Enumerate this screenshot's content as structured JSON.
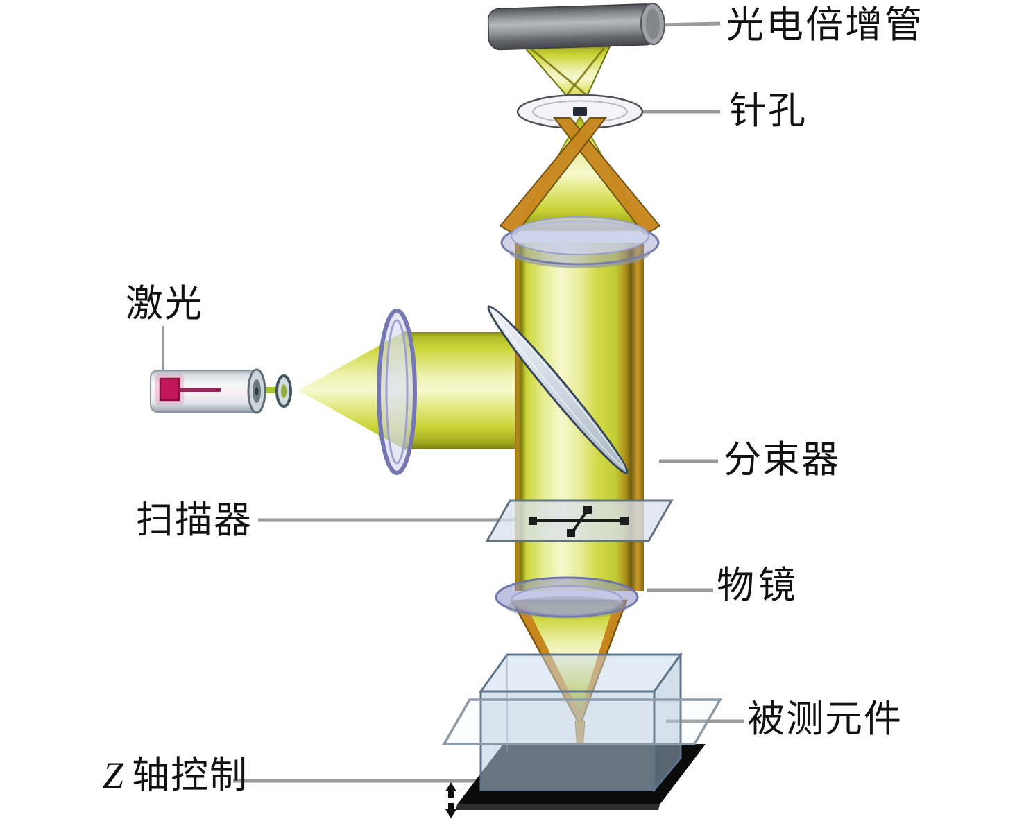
{
  "labels": {
    "pmt": "光电倍增管",
    "pinhole": "针孔",
    "laser": "激光",
    "beam_splitter": "分束器",
    "scanner": "扫描器",
    "objective": "物镜",
    "sample": "被测元件",
    "z_axis_z": "Z",
    "z_axis_rest": "轴控制"
  },
  "icons": {
    "scanner_arrows": "xy-scan-double-arrows",
    "z_axis_arrow": "vertical-double-arrow"
  },
  "colors": {
    "beam_yellow": "#ccd63a",
    "beam_highlight": "#f6f8cc",
    "beam_orange": "#c8871e",
    "beam_edge_dark": "#6b6b10",
    "lens_purple": "#7577b0",
    "lens_glass": "#ccd2ec",
    "pmt_gray": "#8e8f93",
    "laser_red": "#c2185b",
    "box_blue": "#b6cbe0",
    "stage_black": "#0b0b0b",
    "label_line_gray": "#9a9a9a",
    "text_color": "#111111"
  }
}
